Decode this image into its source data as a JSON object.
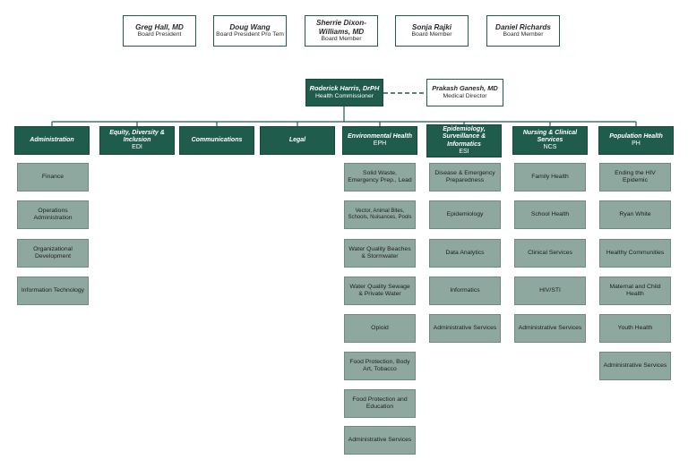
{
  "board": [
    {
      "name": "Greg Hall, MD",
      "title": "Board President"
    },
    {
      "name": "Doug Wang",
      "title": "Board President Pro Tem"
    },
    {
      "name": "Sherrie Dixon-Williams, MD",
      "title": "Board Member"
    },
    {
      "name": "Sonja Rajki",
      "title": "Board Member"
    },
    {
      "name": "Daniel Richards",
      "title": "Board Member"
    }
  ],
  "commissioner": {
    "name": "Roderick Harris, DrPH",
    "title": "Health Commissioner"
  },
  "medical_director": {
    "name": "Prakash Ganesh, MD",
    "title": "Medical Director"
  },
  "departments": [
    {
      "name": "Administration",
      "abbr": "",
      "units": [
        "Finance",
        "Operations Administration",
        "Organizational Development",
        "Information Technology"
      ]
    },
    {
      "name": "Equity, Diversity & Inclusion",
      "abbr": "EDI",
      "units": []
    },
    {
      "name": "Communications",
      "abbr": "",
      "units": []
    },
    {
      "name": "Legal",
      "abbr": "",
      "units": []
    },
    {
      "name": "Environmental Health",
      "abbr": "EPH",
      "units": [
        "Solid Waste, Emergency Prep., Lead",
        "Vector, Animal Bites, Schools, Nuisances, Pools",
        "Water Quality Beaches & Stormwater",
        "Water Quality Sewage & Private Water",
        "Opioid",
        "Food Protection, Body Art, Tobacco",
        "Food Protection and Education",
        "Administrative Services"
      ]
    },
    {
      "name": "Epidemiology, Surveillance & Informatics",
      "abbr": "ESI",
      "units": [
        "Disease & Emergency Preparedness",
        "Epidemiology",
        "Data Analytics",
        "Informatics",
        "Administrative Services"
      ]
    },
    {
      "name": "Nursing & Clinical Services",
      "abbr": "NCS",
      "units": [
        "Family Health",
        "School Health",
        "Clinical Services",
        "HIV/STI",
        "Administrative Services"
      ]
    },
    {
      "name": "Population Health",
      "abbr": "PH",
      "units": [
        "Ending the HIV Epidemic",
        "Ryan White",
        "Healthy Communities",
        "Maternal and Child Health",
        "Youth Health",
        "Administrative Services"
      ]
    }
  ]
}
